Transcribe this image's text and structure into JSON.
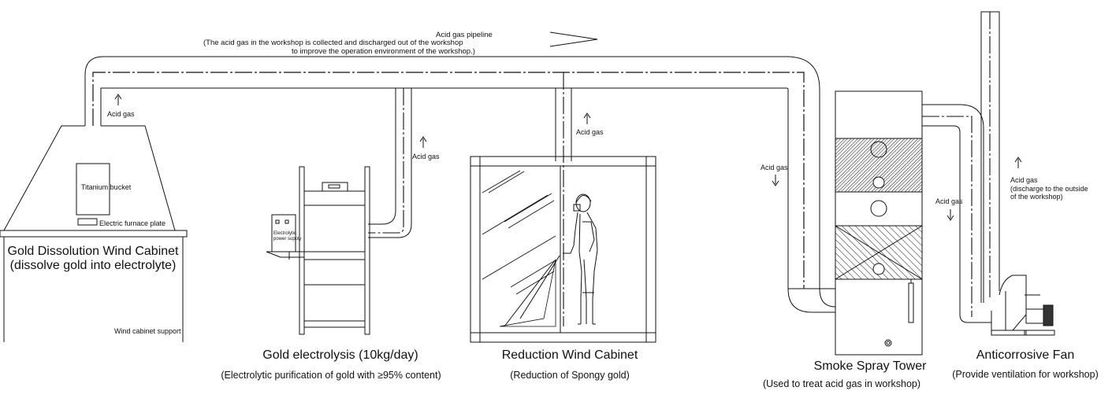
{
  "pipeline": {
    "title": "Acid gas pipeline",
    "note_line1": "(The acid gas in the workshop is collected and discharged out of the workshop",
    "note_line2": "to improve the operation environment of the workshop.)"
  },
  "flow_labels": {
    "acid_gas": "Acid gas",
    "discharge_line1": "(discharge to the outside",
    "discharge_line2": "of the workshop)"
  },
  "dissolution_cabinet": {
    "bucket_label": "Titanium bucket",
    "furnace_label": "Electric furnace plate",
    "title": "Gold Dissolution Wind Cabinet",
    "subtitle": "(dissolve gold into electrolyte)",
    "support_label": "Wind cabinet support"
  },
  "electrolysis": {
    "power_line1": "Electrolytic",
    "power_line2": "power supply",
    "title": "Gold electrolysis (10kg/day)",
    "subtitle": "(Electrolytic purification of gold with ≥95% content)"
  },
  "reduction_cabinet": {
    "title": "Reduction Wind Cabinet",
    "subtitle": "(Reduction of Spongy gold)"
  },
  "spray_tower": {
    "title": "Smoke Spray Tower",
    "subtitle": "(Used to treat acid gas in workshop)"
  },
  "fan": {
    "title": "Anticorrosive Fan",
    "subtitle": "(Provide ventilation for workshop)"
  },
  "colors": {
    "line": "#111111",
    "hatch": "#333333",
    "background": "#ffffff"
  },
  "icons": [
    "flow-arrow-icon",
    "operator-figure-icon"
  ]
}
